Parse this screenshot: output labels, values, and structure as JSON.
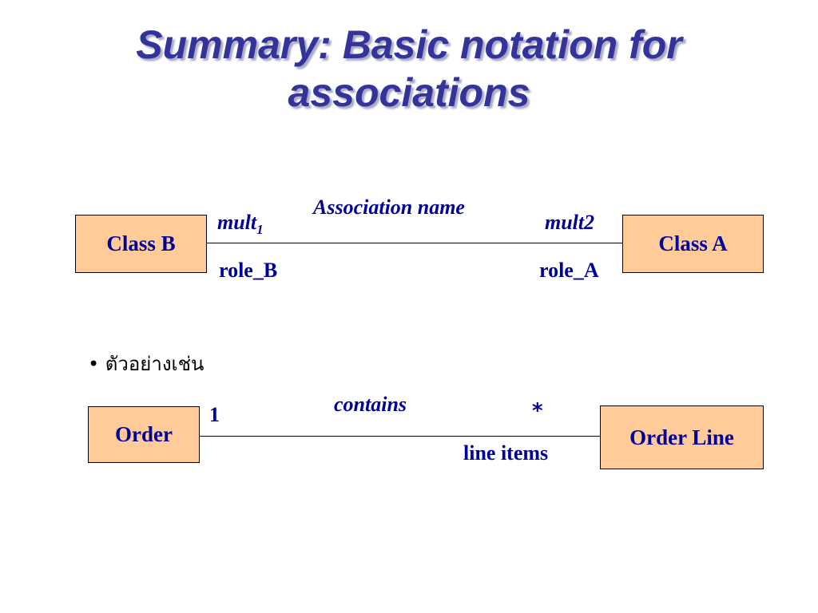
{
  "title": "Summary: Basic notation for associations",
  "diagram1": {
    "class_left": "Class B",
    "class_right": "Class A",
    "association_name": "Association name",
    "mult_left_base": "mult",
    "mult_left_sub": "1",
    "mult_right": "mult2",
    "role_left": "role_B",
    "role_right": "role_A"
  },
  "bullet": {
    "marker": "•",
    "text": "ตัวอย่างเช่น"
  },
  "diagram2": {
    "class_left": "Order",
    "class_right": "Order Line",
    "association_name": "contains",
    "mult_left": "1",
    "mult_right": "*",
    "role_right": "line items"
  }
}
